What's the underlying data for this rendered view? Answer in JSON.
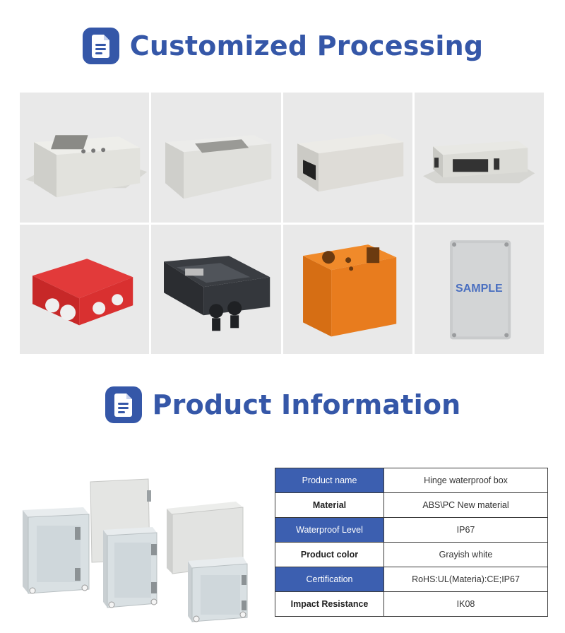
{
  "section_customized": {
    "title": "Customized Processing",
    "icon": "document-icon"
  },
  "gallery": {
    "items": [
      {
        "name": "gray-enclosure-with-mounting-flange"
      },
      {
        "name": "gray-enclosure-with-window-cutout"
      },
      {
        "name": "gray-enclosure-with-side-cutout"
      },
      {
        "name": "gray-enclosure-with-front-cutouts"
      },
      {
        "name": "red-junction-box"
      },
      {
        "name": "black-enclosure-with-cable-glands"
      },
      {
        "name": "orange-enclosure"
      },
      {
        "name": "sample-gray-enclosure",
        "label": "SAMPLE"
      }
    ]
  },
  "section_product": {
    "title": "Product Information",
    "icon": "document-icon"
  },
  "product_table": {
    "rows": [
      {
        "label": "Product name",
        "value": "Hinge waterproof box"
      },
      {
        "label": "Material",
        "value": "ABS\\PC New material"
      },
      {
        "label": "Waterproof Level",
        "value": "IP67"
      },
      {
        "label": "Product color",
        "value": "Grayish white"
      },
      {
        "label": "Certification",
        "value": "RoHS:UL(Materia):CE;IP67"
      },
      {
        "label": "Impact Resistance",
        "value": "IK08"
      }
    ]
  },
  "colors": {
    "accent": "#3557a8",
    "table_header": "#3c5fb0",
    "tile_bg": "#e9e9e9"
  }
}
